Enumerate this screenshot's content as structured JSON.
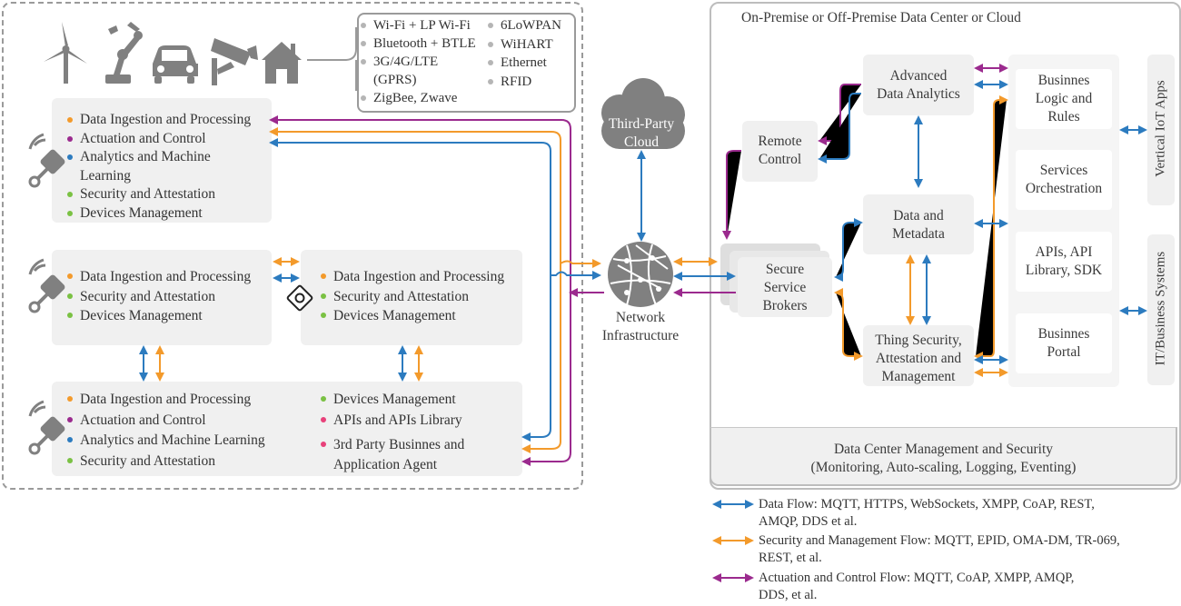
{
  "connectivity": {
    "col1": [
      "Wi-Fi + LP Wi-Fi",
      "Bluetooth + BTLE",
      "3G/4G/LTE",
      "(GPRS)",
      "ZigBee, Zwave"
    ],
    "col2": [
      "6LoWPAN",
      "WiHART",
      "Ethernet",
      "RFID"
    ]
  },
  "device_icons": [
    "wind-turbine-icon",
    "robot-arm-icon",
    "car-icon",
    "security-camera-icon",
    "house-icon"
  ],
  "edge": {
    "box1": [
      "Data Ingestion and Processing",
      "Actuation and Control",
      "Analytics and Machine",
      "Learning",
      "Security and Attestation",
      "Devices Management"
    ],
    "box2": [
      "Data Ingestion and Processing",
      "Security and Attestation",
      "Devices Management"
    ],
    "box3": [
      "Data Ingestion and Processing",
      "Security and Attestation",
      "Devices Management"
    ],
    "box4_left": [
      "Data Ingestion and Processing",
      "Actuation and Control",
      "Analytics and Machine Learning",
      "Security and Attestation"
    ],
    "box4_right": [
      "Devices Management",
      "APIs and APIs Library",
      "3rd Party Businnes and",
      "Application Agent"
    ]
  },
  "cloud_label": [
    "Third-Party",
    "Cloud"
  ],
  "network_label": [
    "Network",
    "Infrastructure"
  ],
  "datacenter": {
    "title": "On-Premise or Off-Premise Data Center or Cloud",
    "remote_control": [
      "Remote",
      "Control"
    ],
    "brokers": [
      "Secure",
      "Service",
      "Brokers"
    ],
    "analytics": [
      "Advanced",
      "Data Analytics"
    ],
    "metadata": [
      "Data and",
      "Metadata"
    ],
    "thing_security": [
      "Thing Security,",
      "Attestation and",
      "Management"
    ],
    "business_logic": [
      "Businnes",
      "Logic and",
      "Rules"
    ],
    "orchestration": [
      "Services",
      "Orchestration"
    ],
    "apis": [
      "APIs, API",
      "Library, SDK"
    ],
    "portal": [
      "Businnes",
      "Portal"
    ],
    "vertical_apps": "Vertical IoT Apps",
    "it_systems": "IT/Business Systems",
    "management": [
      "Data Center Management and Security",
      "(Monitoring, Auto-scaling, Logging, Eventing)"
    ]
  },
  "legend": {
    "data_flow": [
      "Data Flow: MQTT, HTTPS, WebSockets, XMPP, CoAP, REST,",
      "AMQP, DDS et al."
    ],
    "security_flow": [
      "Security and Management Flow: MQTT, EPID, OMA-DM, TR-069,",
      "REST, et al."
    ],
    "actuation_flow": [
      "Actuation and Control Flow: MQTT, CoAP, XMPP, AMQP,",
      "DDS, et al."
    ]
  },
  "colors": {
    "data_flow": "#2c7bbf",
    "security_flow": "#f39a2b",
    "actuation_flow": "#9b2a8e",
    "box": "#f0f0f0",
    "icon": "#808080"
  }
}
